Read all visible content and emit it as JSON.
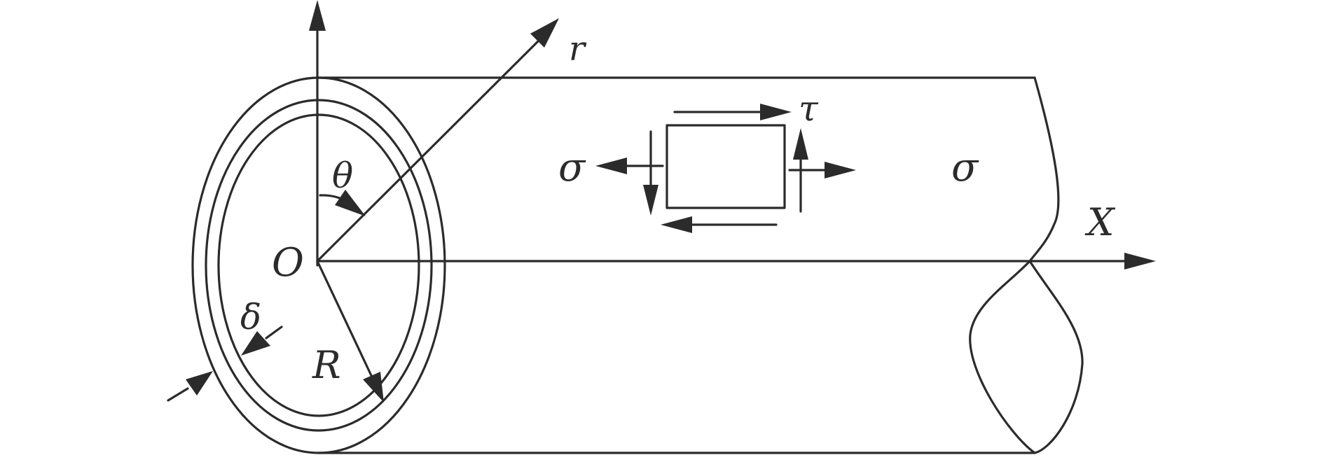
{
  "labels": {
    "r": "r",
    "theta": "θ",
    "origin": "O",
    "delta": "δ",
    "radius": "R",
    "tau": "τ",
    "sigma_left": "σ",
    "sigma_right": "σ",
    "x_axis": "X"
  },
  "colors": {
    "ink": "#2b2b2b",
    "background": "#ffffff"
  }
}
